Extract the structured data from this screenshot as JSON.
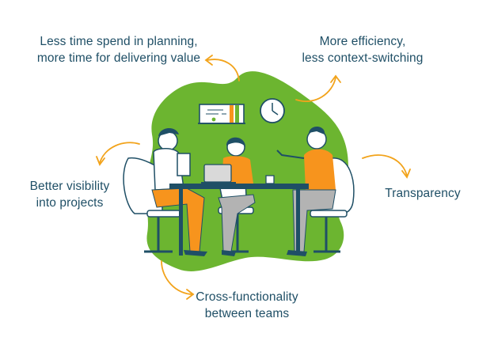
{
  "benefits": {
    "planning": {
      "line1": "Less time spend in planning,",
      "line2": "more time for delivering value"
    },
    "efficiency": {
      "line1": "More efficiency,",
      "line2": "less context-switching"
    },
    "visibility": {
      "line1": "Better visibility",
      "line2": "into projects"
    },
    "transparency": {
      "line1": "Transparency"
    },
    "crossfunc": {
      "line1": "Cross-functionality",
      "line2": "between teams"
    }
  },
  "colors": {
    "text": "#1f4f66",
    "accent_arrow": "#f2a31b",
    "blob": "#6cb530",
    "shirt": "#f7941d",
    "dark": "#1f4f66",
    "pants": "#b3b3b3",
    "chair": "#ffffff"
  }
}
